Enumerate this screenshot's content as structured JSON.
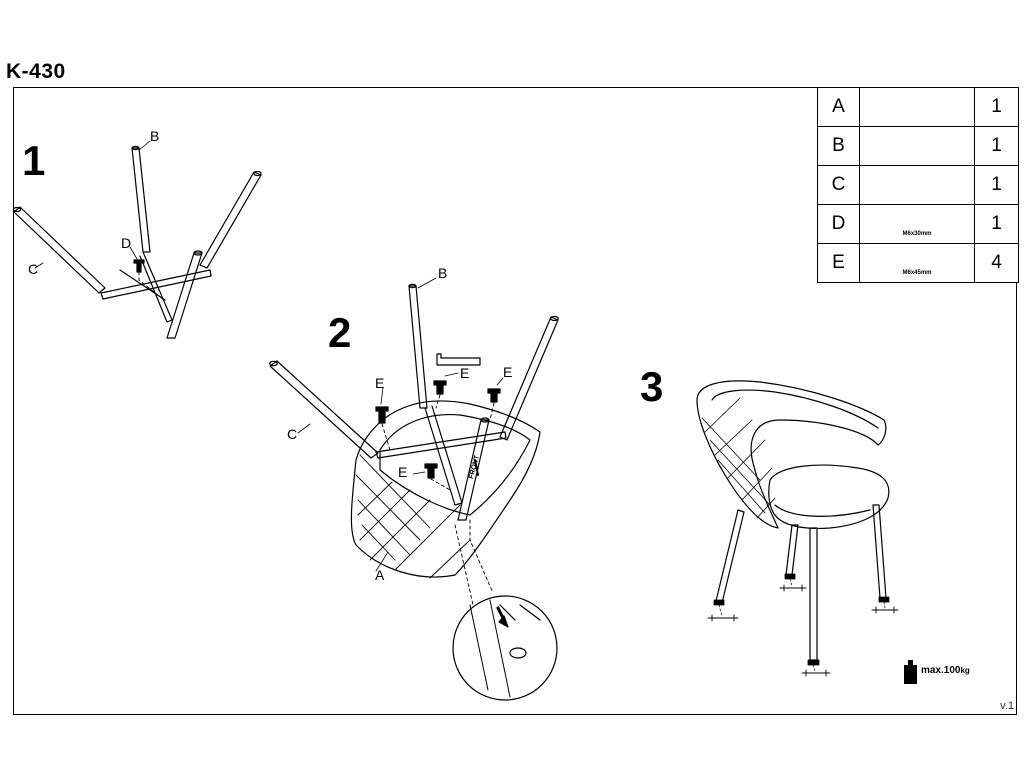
{
  "title": "K-430",
  "steps": [
    "1",
    "2",
    "3"
  ],
  "callouts": {
    "step1": {
      "b": "B",
      "c": "C",
      "d": "D"
    },
    "step2": {
      "b": "B",
      "c": "C",
      "a": "A",
      "e1": "E",
      "e2": "E",
      "e3": "E",
      "e4": "E",
      "front": "FRONT"
    }
  },
  "parts": [
    {
      "letter": "A",
      "icon": "seat-shell-icon",
      "spec": "",
      "qty": "1"
    },
    {
      "letter": "B",
      "icon": "front-leg-frame-icon",
      "spec": "",
      "qty": "1"
    },
    {
      "letter": "C",
      "icon": "rear-leg-frame-icon",
      "spec": "",
      "qty": "1"
    },
    {
      "letter": "D",
      "icon": "bolt-icon",
      "spec": "M6x30mm",
      "qty": "1"
    },
    {
      "letter": "E",
      "icon": "bolt-icon",
      "spec": "M6x45mm",
      "qty": "4"
    }
  ],
  "max_load": {
    "prefix": "max.",
    "value": "100",
    "unit": "kg"
  },
  "version": "v.1"
}
